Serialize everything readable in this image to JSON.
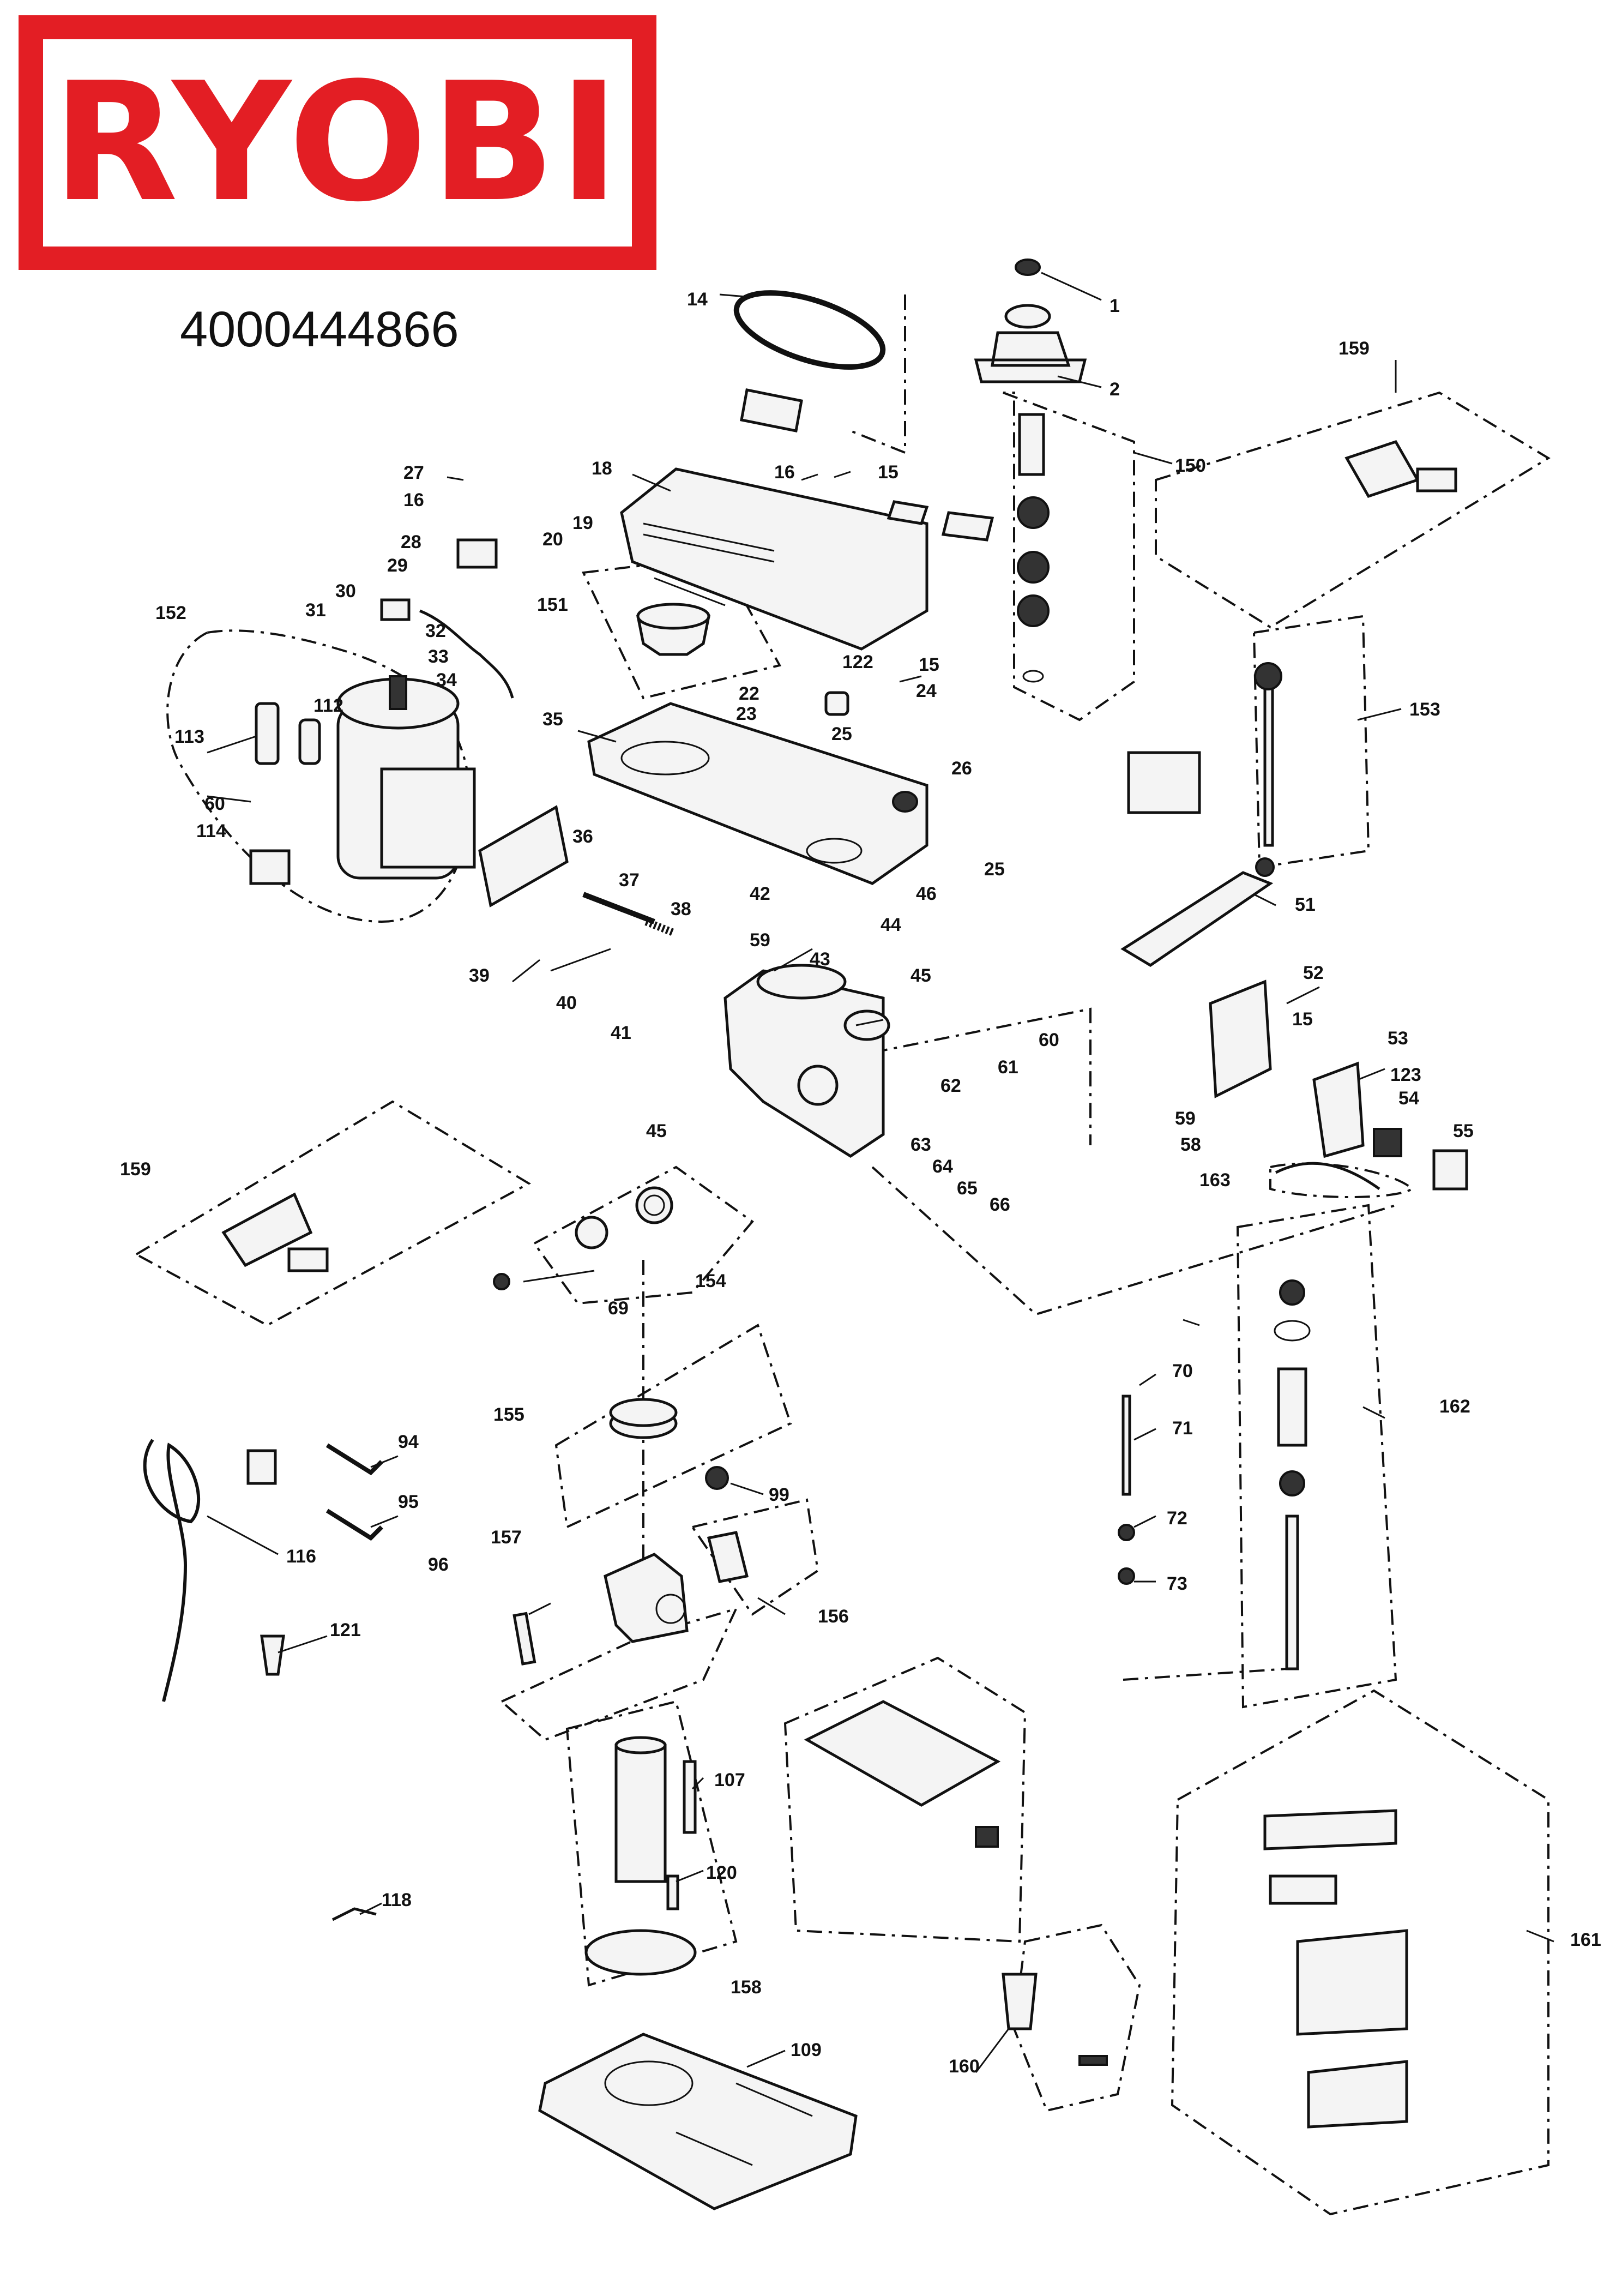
{
  "brand": "RYOBI",
  "part_number": "4000444866",
  "colors": {
    "brand_red": "#e31e24",
    "line": "#111111"
  },
  "labels": {
    "l1": "1",
    "l2": "2",
    "l14": "14",
    "l150": "150",
    "l159a": "159",
    "l159b": "159",
    "l27": "27",
    "l16a": "16",
    "l16b": "16",
    "l15a": "15",
    "l15b": "15",
    "l15c": "15",
    "l18": "18",
    "l19": "19",
    "l20": "20",
    "l28": "28",
    "l29": "29",
    "l30": "30",
    "l31": "31",
    "l32": "32",
    "l33": "33",
    "l152": "152",
    "l151": "151",
    "l34": "34",
    "l35": "35",
    "l122": "122",
    "l22": "22",
    "l23": "23",
    "l24": "24",
    "l25a": "25",
    "l25b": "25",
    "l26": "26",
    "l153": "153",
    "l112": "112",
    "l113": "113",
    "l60a": "60",
    "l60b": "60",
    "l114": "114",
    "l36": "36",
    "l37": "37",
    "l38": "38",
    "l42": "42",
    "l59a": "59",
    "l59b": "59",
    "l46": "46",
    "l44": "44",
    "l43": "43",
    "l51": "51",
    "l39": "39",
    "l40": "40",
    "l41": "41",
    "l45a": "45",
    "l45b": "45",
    "l52": "52",
    "l61": "61",
    "l62": "62",
    "l53": "53",
    "l123": "123",
    "l54": "54",
    "l58": "58",
    "l55": "55",
    "l63": "63",
    "l64": "64",
    "l65": "65",
    "l66": "66",
    "l163": "163",
    "l154": "154",
    "l69": "69",
    "l70": "70",
    "l162": "162",
    "l71": "71",
    "l155": "155",
    "l94": "94",
    "l95": "95",
    "l99": "99",
    "l72": "72",
    "l157": "157",
    "l116": "116",
    "l96": "96",
    "l156": "156",
    "l73": "73",
    "l121": "121",
    "l107": "107",
    "l120": "120",
    "l118": "118",
    "l161": "161",
    "l158": "158",
    "l109": "109",
    "l160": "160"
  }
}
